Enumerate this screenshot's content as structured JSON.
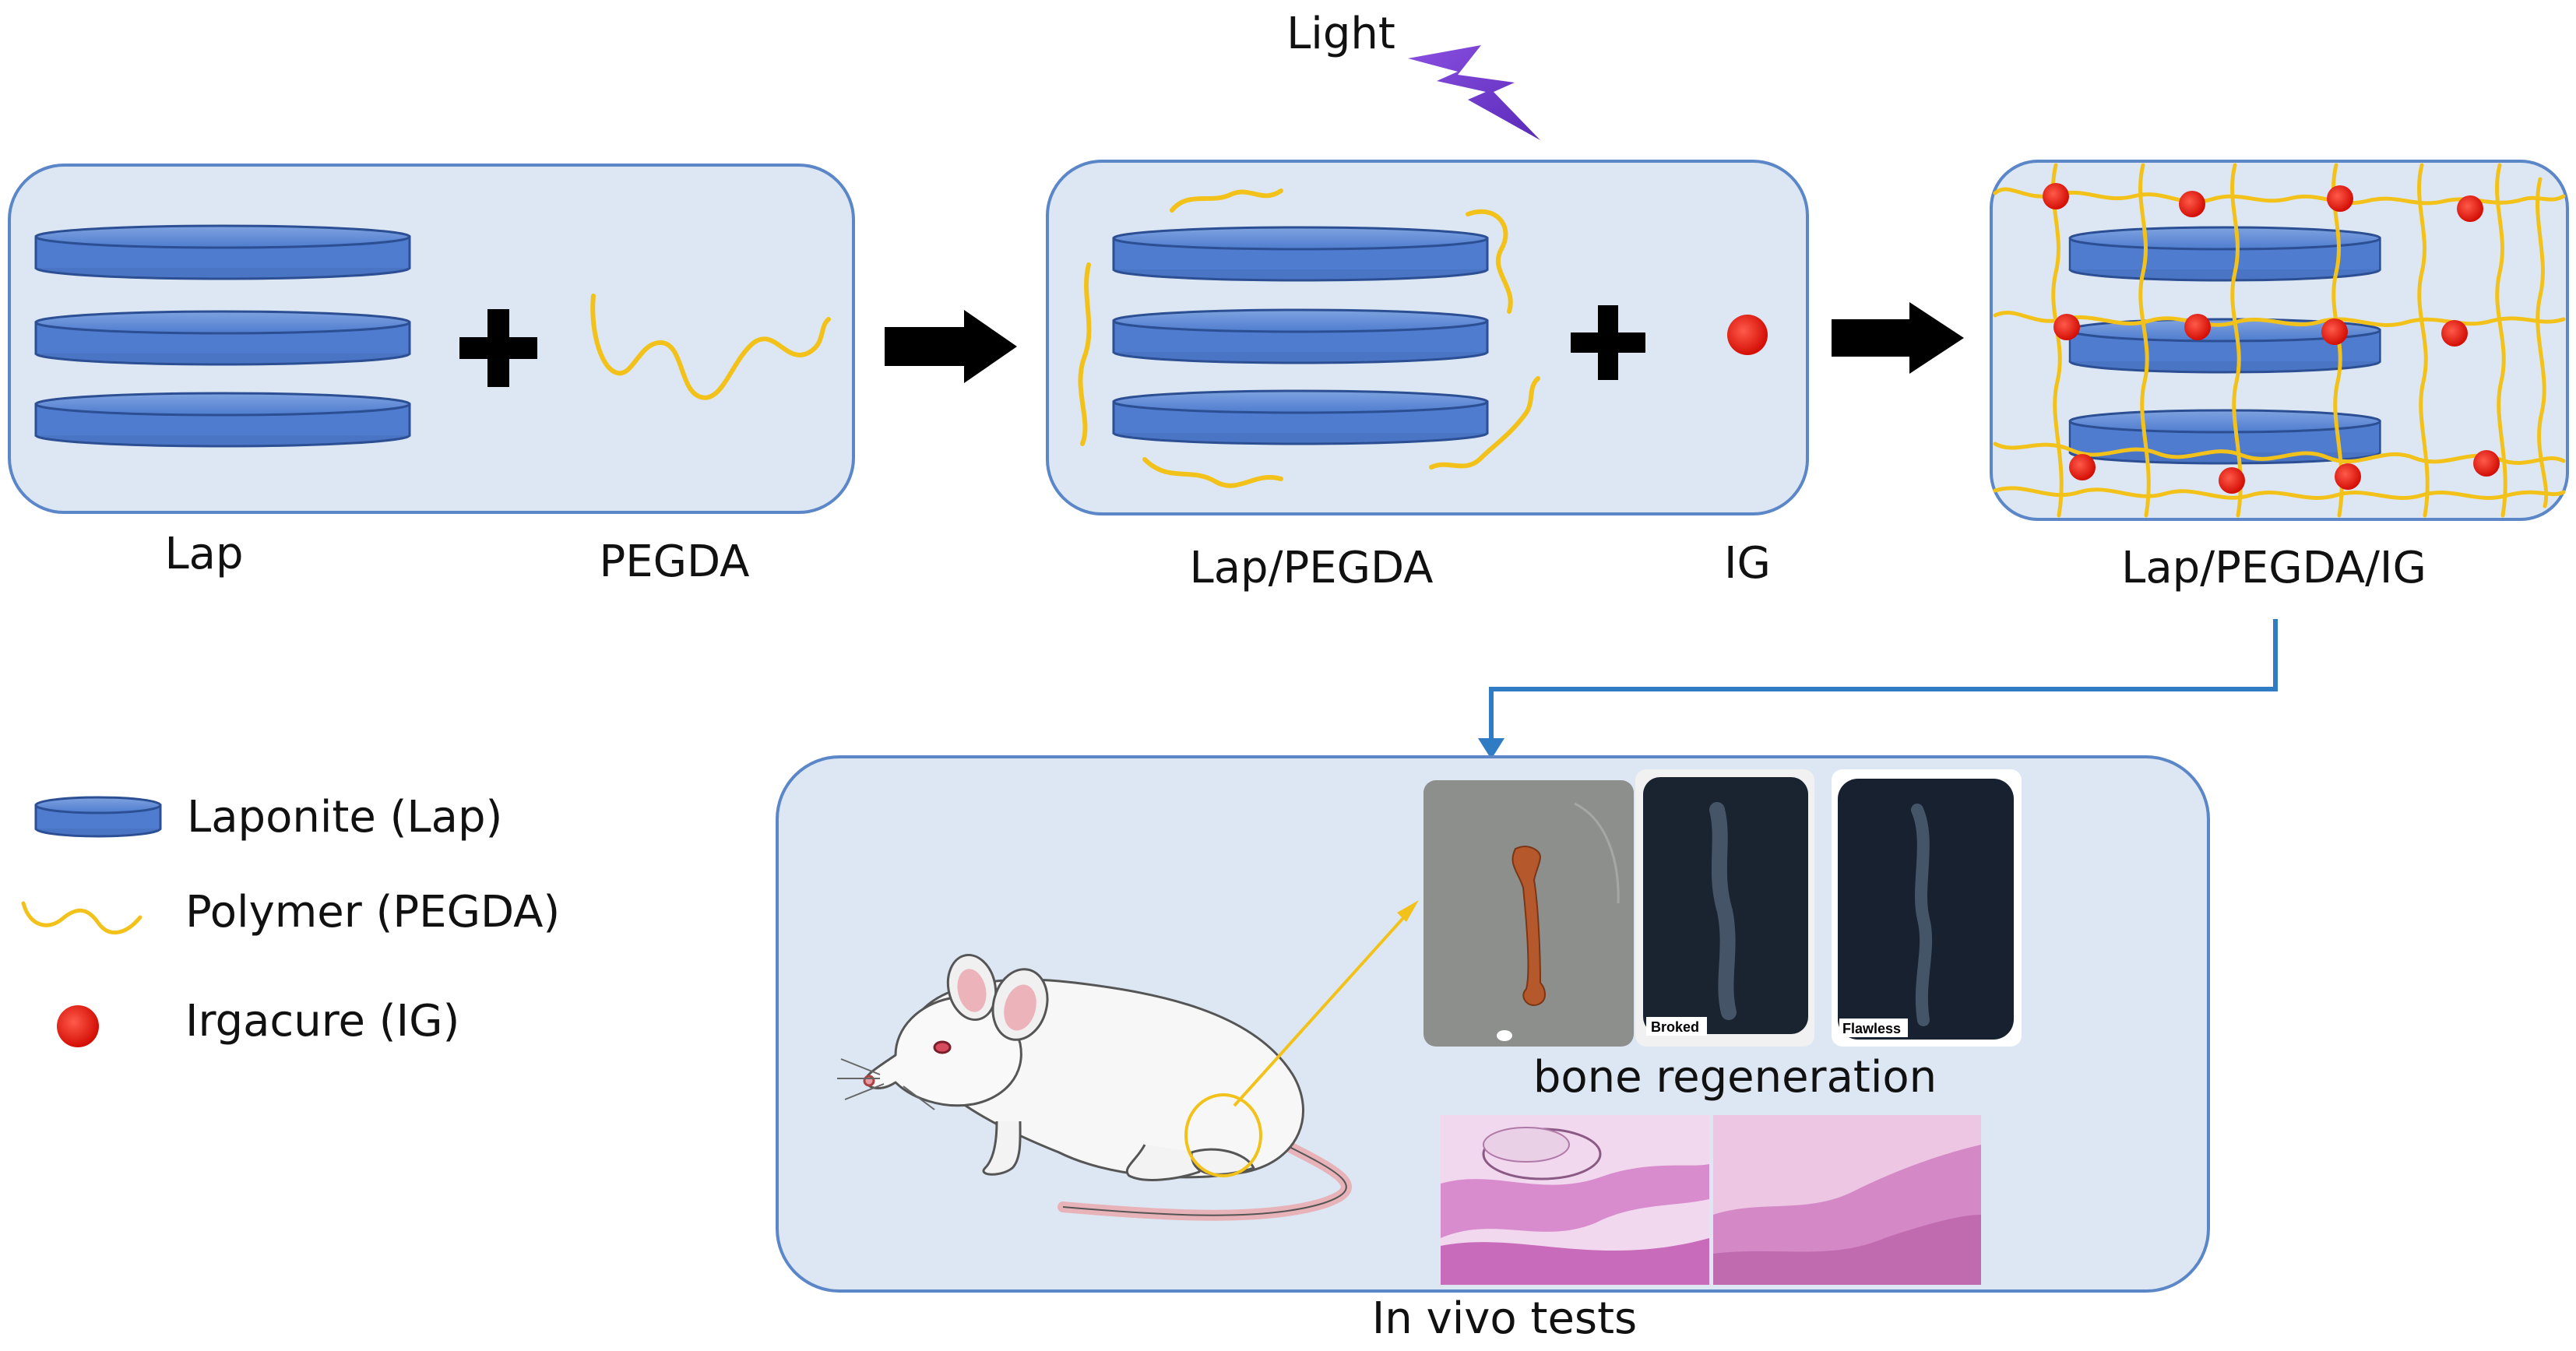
{
  "light_label": "Light",
  "labels": {
    "lap": "Lap",
    "pegda": "PEGDA",
    "lap_pegda": "Lap/PEGDA",
    "ig": "IG",
    "lap_pegda_ig": "Lap/PEGDA/IG",
    "bone_regeneration": "bone regeneration",
    "in_vivo_tests": "In vivo tests",
    "broked": "Broked",
    "flawless": "Flawless"
  },
  "legend": [
    {
      "icon": "laponite-disc-icon",
      "label": "Laponite (Lap)"
    },
    {
      "icon": "polymer-chain-icon",
      "label": "Polymer (PEGDA)"
    },
    {
      "icon": "irgacure-dot-icon",
      "label": "Irgacure (IG)"
    }
  ],
  "colors": {
    "panel_fill": "#dde7f3",
    "panel_stroke": "#5b86c8",
    "disc_fill": "#4f7ccf",
    "disc_stroke": "#2c4f94",
    "polymer": "#f2c21b",
    "initiator": "#e3170d",
    "light_bolt": "#6a35c9",
    "connector": "#2f7bc4",
    "arrow": "#000000"
  }
}
